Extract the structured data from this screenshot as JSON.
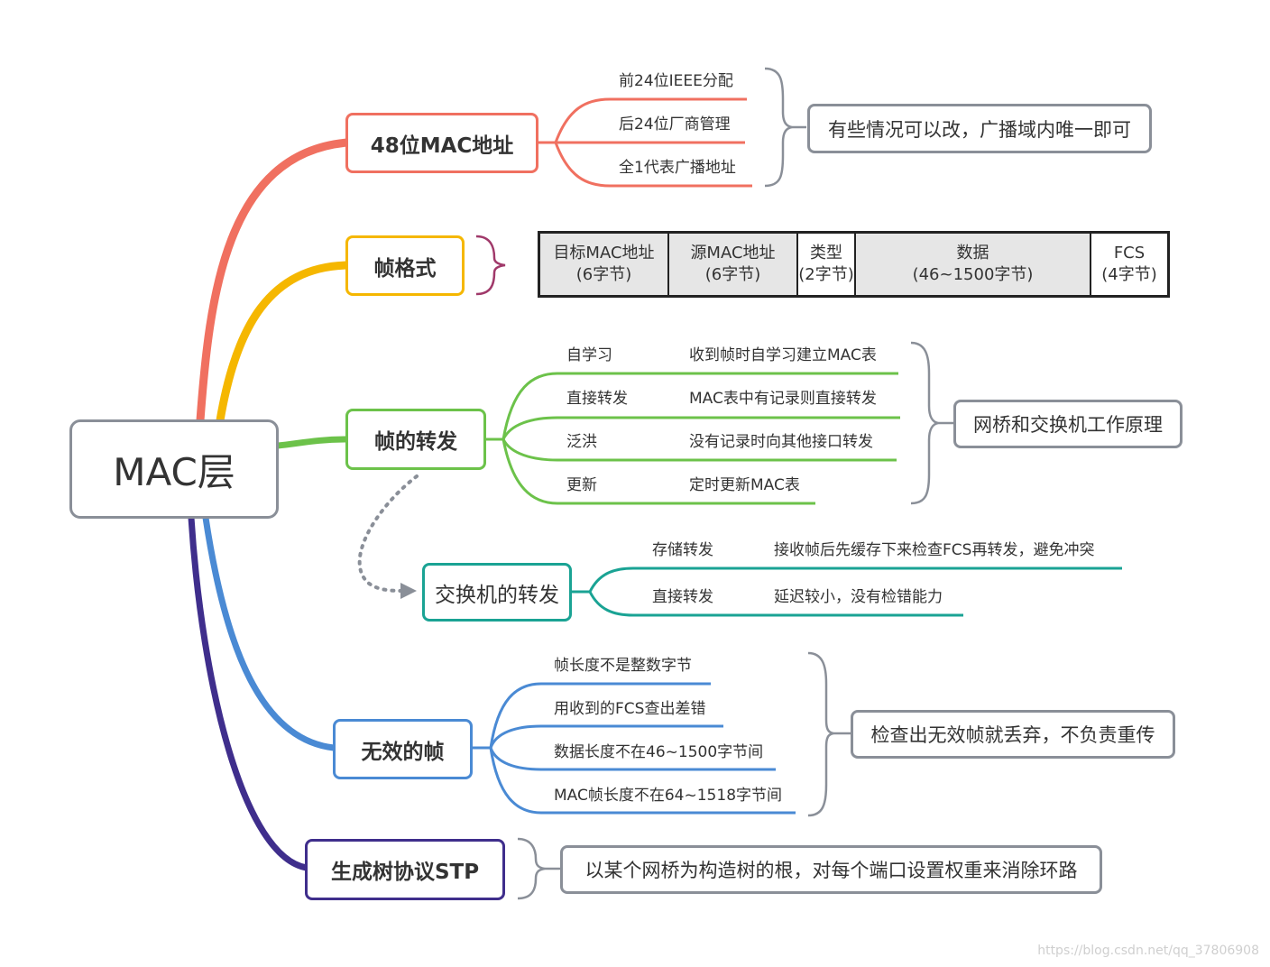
{
  "root": {
    "label": "MAC层"
  },
  "branches": {
    "mac_address": {
      "label": "48位MAC地址",
      "color": "#f07060",
      "leaves": [
        "前24位IEEE分配",
        "后24位厂商管理",
        "全1代表广播地址"
      ],
      "note": "有些情况可以改，广播域内唯一即可"
    },
    "frame_format": {
      "label": "帧格式",
      "color": "#f5b700",
      "bracket_color": "#a0396a",
      "fields": [
        {
          "name": "目标MAC地址",
          "size": "(6字节)"
        },
        {
          "name": "源MAC地址",
          "size": "(6字节)"
        },
        {
          "name": "类型",
          "size": "(2字节)"
        },
        {
          "name": "数据",
          "size": "(46~1500字节)"
        },
        {
          "name": "FCS",
          "size": "(4字节)"
        }
      ]
    },
    "frame_forwarding": {
      "label": "帧的转发",
      "color": "#6cc24a",
      "rows": [
        {
          "name": "自学习",
          "desc": "收到帧时自学习建立MAC表"
        },
        {
          "name": "直接转发",
          "desc": "MAC表中有记录则直接转发"
        },
        {
          "name": "泛洪",
          "desc": "没有记录时向其他接口转发"
        },
        {
          "name": "更新",
          "desc": "定时更新MAC表"
        }
      ],
      "note": "网桥和交换机工作原理"
    },
    "switch_forwarding": {
      "label": "交换机的转发",
      "color": "#1aa394",
      "rows": [
        {
          "name": "存储转发",
          "desc": "接收帧后先缓存下来检查FCS再转发，避免冲突"
        },
        {
          "name": "直接转发",
          "desc": "延迟较小，没有检错能力"
        }
      ]
    },
    "invalid_frame": {
      "label": "无效的帧",
      "color": "#4a8ad4",
      "leaves": [
        "帧长度不是整数字节",
        "用收到的FCS查出差错",
        "数据长度不在46~1500字节间",
        "MAC帧长度不在64~1518字节间"
      ],
      "note": "检查出无效帧就丢弃，不负责重传"
    },
    "stp": {
      "label": "生成树协议STP",
      "color": "#3f2e8c",
      "note": "以某个网桥为构造树的根，对每个端口设置权重来消除环路"
    }
  },
  "connector_color": "#8a8f98",
  "watermark": "https://blog.csdn.net/qq_37806908"
}
